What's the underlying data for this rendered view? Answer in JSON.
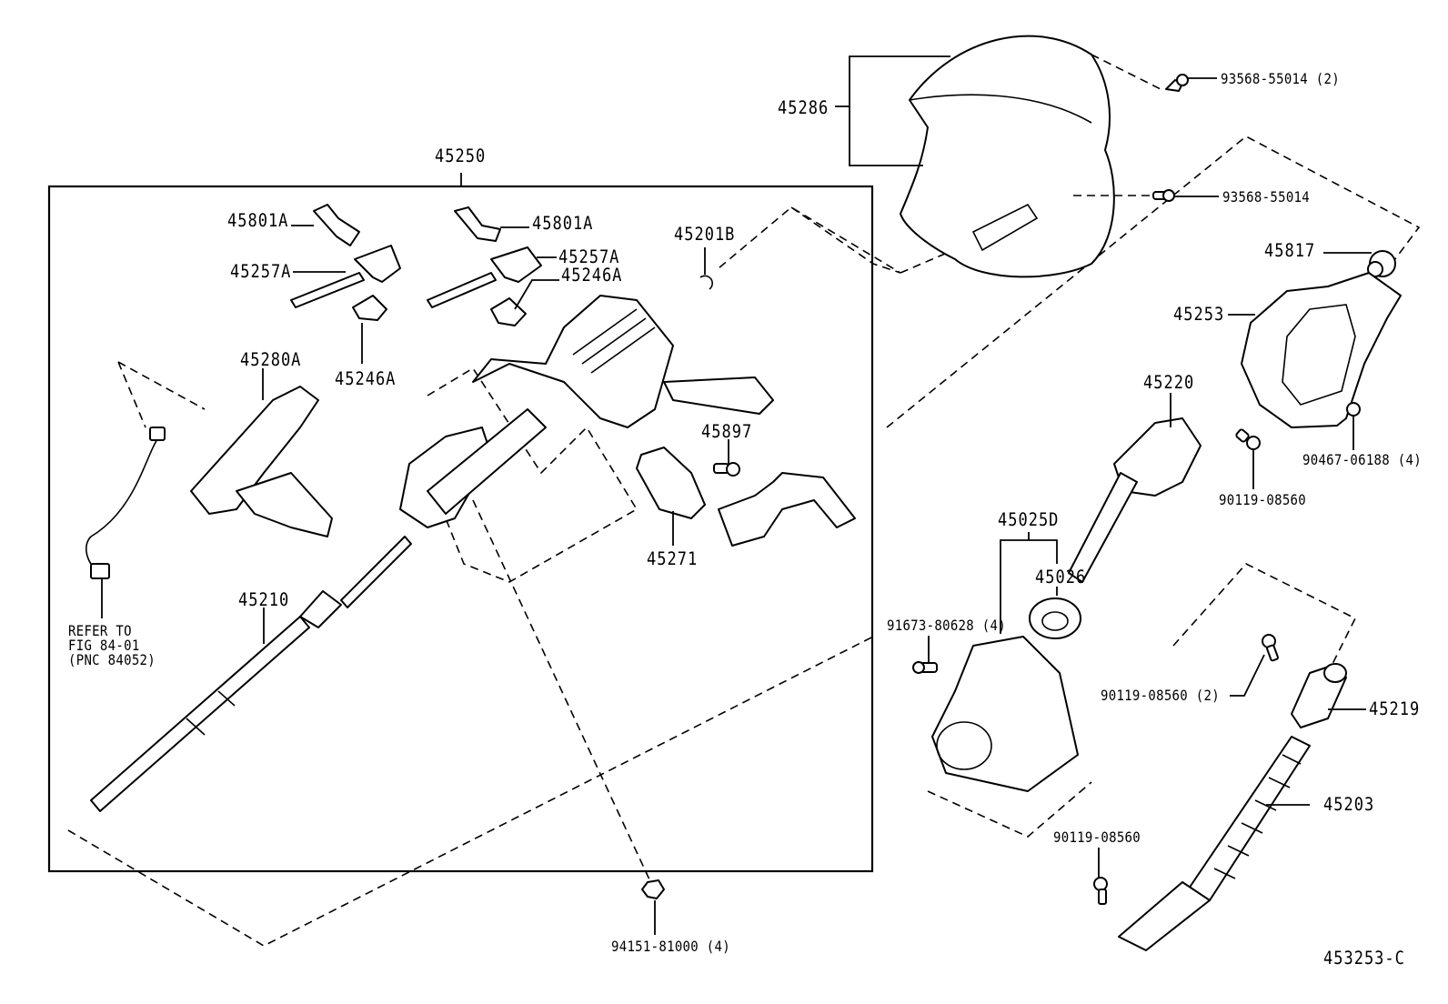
{
  "diagram": {
    "title_code": "453253-C",
    "assembly_box_label": "45250",
    "labels": {
      "p45286": "45286",
      "p93568_55014_2": "93568-55014 (2)",
      "p93568_55014": "93568-55014",
      "p45817": "45817",
      "p45253": "45253",
      "p45220": "45220",
      "p90467_06188_4": "90467-06188 (4)",
      "p90119_08560_a": "90119-08560",
      "p45025d": "45025D",
      "p45026": "45026",
      "p91673_80628_4": "91673-80628 (4)",
      "p90119_08560_2": "90119-08560 (2)",
      "p45219": "45219",
      "p45203": "45203",
      "p90119_08560_b": "90119-08560",
      "p94151_81000_4": "94151-81000 (4)",
      "p45250": "45250",
      "p45801a_left": "45801A",
      "p45801a_right": "45801A",
      "p45257a_left": "45257A",
      "p45257a_right": "45257A",
      "p45246a_left": "45246A",
      "p45246a_right": "45246A",
      "p45201b": "45201B",
      "p45280a": "45280A",
      "p45897": "45897",
      "p45271": "45271",
      "p45210": "45210"
    },
    "reference_note": {
      "line1": "REFER TO",
      "line2": "FIG 84-01",
      "line3": "(PNC 84052)"
    }
  }
}
